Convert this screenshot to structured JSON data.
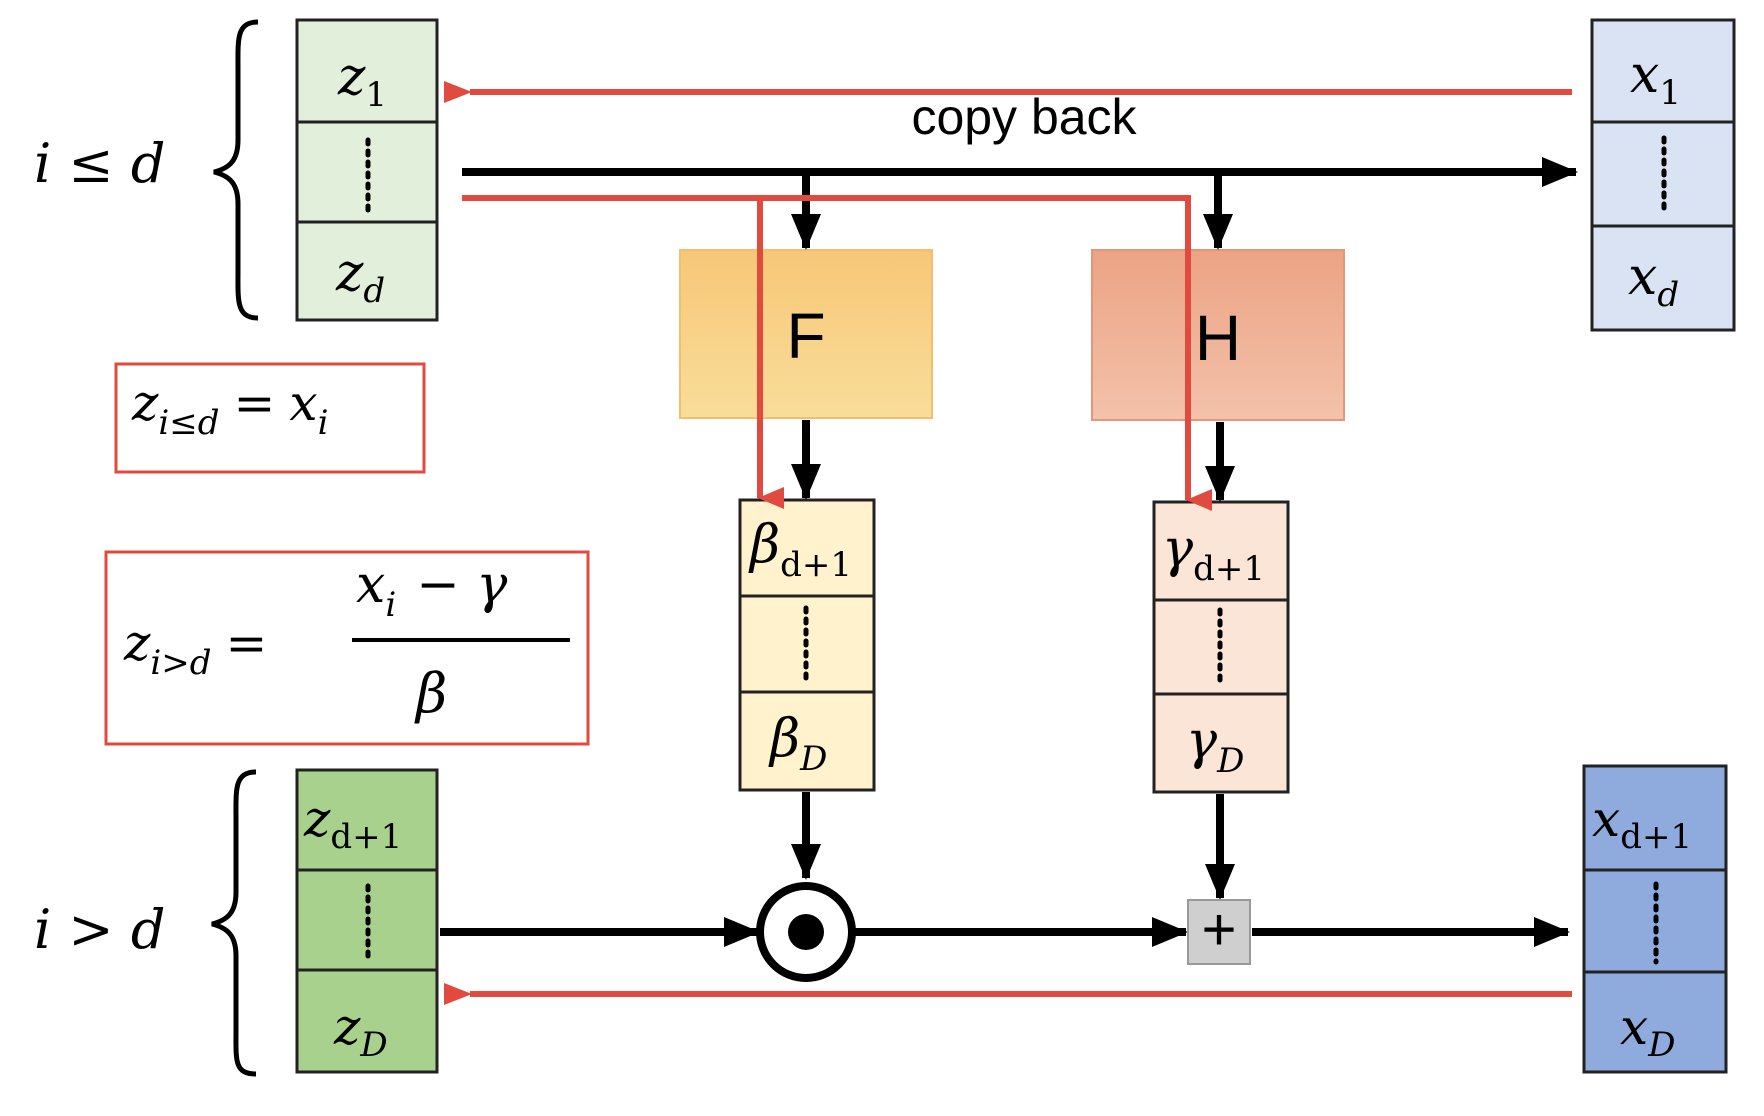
{
  "labels": {
    "cond_top": "i ≤ d",
    "cond_bottom": "i > d",
    "copy_back": "copy back",
    "F": "F",
    "H": "H",
    "plus": "+",
    "odot": "⊙"
  },
  "z_top": {
    "first": "z",
    "first_sub": "1",
    "last": "z",
    "last_sub": "d"
  },
  "z_bottom": {
    "first": "z",
    "first_sub": "d+1",
    "last": "z",
    "last_sub": "D"
  },
  "x_top": {
    "first": "x",
    "first_sub": "1",
    "last": "x",
    "last_sub": "d"
  },
  "x_bottom": {
    "first": "x",
    "first_sub": "d+1",
    "last": "x",
    "last_sub": "D"
  },
  "beta": {
    "first": "β",
    "first_sub": "d+1",
    "last": "β",
    "last_sub": "D"
  },
  "gamma": {
    "first": "γ",
    "first_sub": "d+1",
    "last": "γ",
    "last_sub": "D"
  },
  "formula1": {
    "lhs": "z",
    "lhs_sub": "i≤d",
    "eq": "=",
    "rhs": "x",
    "rhs_sub": "i"
  },
  "formula2": {
    "lhs": "z",
    "lhs_sub": "i>d",
    "eq": "=",
    "num_x": "x",
    "num_sub": "i",
    "num_rest": "− γ",
    "den": "β"
  },
  "colors": {
    "z_top_fill": "#e2efda",
    "z_bottom_fill": "#a9d18e",
    "x_top_fill": "#dae3f3",
    "x_bottom_fill": "#8faadc",
    "F_fill": "#f6c96e",
    "H_fill": "#eea98a",
    "beta_fill": "#fff2cc",
    "gamma_fill": "#fbe5d6",
    "red": "#e04a3f",
    "plus_fill": "#cfcfcf"
  }
}
